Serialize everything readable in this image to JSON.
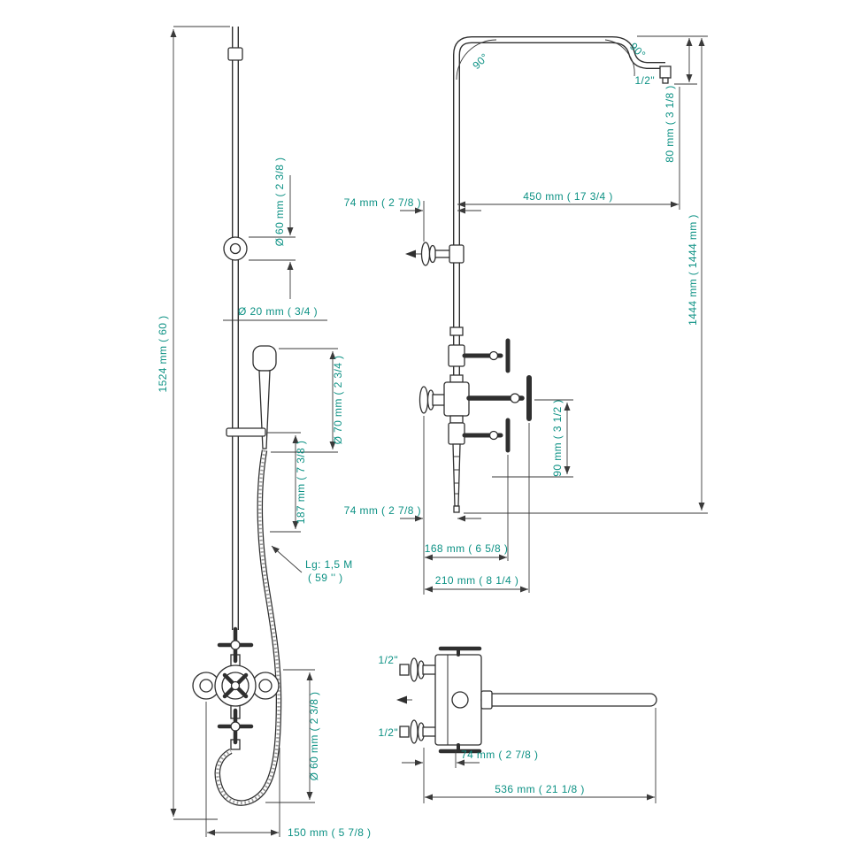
{
  "drawing": {
    "front_view": {
      "overall_height": "1524 mm ( 60 )",
      "top_flange_diameter": "Ø 60 mm ( 2 3/8 )",
      "riser_diameter": "Ø 20 mm ( 3/4 )",
      "handset_diameter": "Ø 70 mm ( 2 3/4 )",
      "handset_length": "187 mm ( 7 3/8 )",
      "hose_length_label": "Lg: 1,5 M",
      "hose_length_inches": "( 59 '' )",
      "hose_loop_diameter": "Ø 60 mm ( 2 3/8 )",
      "valve_to_hose_offset": "150 mm ( 5 7/8 )"
    },
    "side_view": {
      "bend_angle_left": "90°",
      "bend_angle_right": "90°",
      "outlet_thread": "1/2\"",
      "outlet_drop": "80 mm ( 3 1/8 )",
      "arm_reach": "450 mm ( 17 3/4 )",
      "wall_to_riser": "74 mm ( 2 7/8 )",
      "column_height": "1444 mm ( 1444 mm )",
      "handle_offset": "90 mm ( 3 1/2 )",
      "wall_to_outlet": "74 mm ( 2 7/8 )",
      "depth_to_handle": "168 mm ( 6 5/8 )",
      "overall_depth": "210 mm ( 8 1/4 )"
    },
    "top_view": {
      "inlet_top_thread": "1/2\"",
      "inlet_bottom_thread": "1/2\"",
      "wall_to_body": "74 mm ( 2 7/8 )",
      "spout_reach": "536 mm ( 21 1/8 )"
    },
    "colors": {
      "line": "#2f2f2f",
      "dimension_text": "#0c9184"
    }
  }
}
